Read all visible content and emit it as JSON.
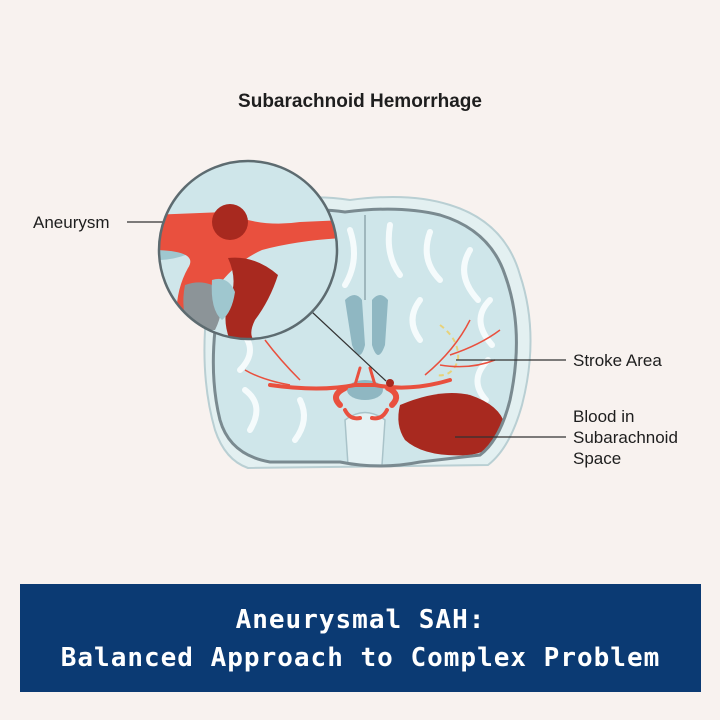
{
  "diagram": {
    "title": "Subarachnoid Hemorrhage",
    "labels": {
      "aneurysm": "Aneurysm",
      "stroke_area": "Stroke Area",
      "blood_line1": "Blood in",
      "blood_line2": "Subarachnoid",
      "blood_line3": "Space"
    },
    "colors": {
      "background": "#f8f2ef",
      "brain_fill": "#cfe6ea",
      "brain_outline": "#7a8a90",
      "artery": "#e9503e",
      "blood": "#a8291f",
      "banner": "#0b3a73"
    }
  },
  "banner": {
    "line1": "Aneurysmal SAH:",
    "line2": "Balanced Approach to Complex Problem"
  }
}
